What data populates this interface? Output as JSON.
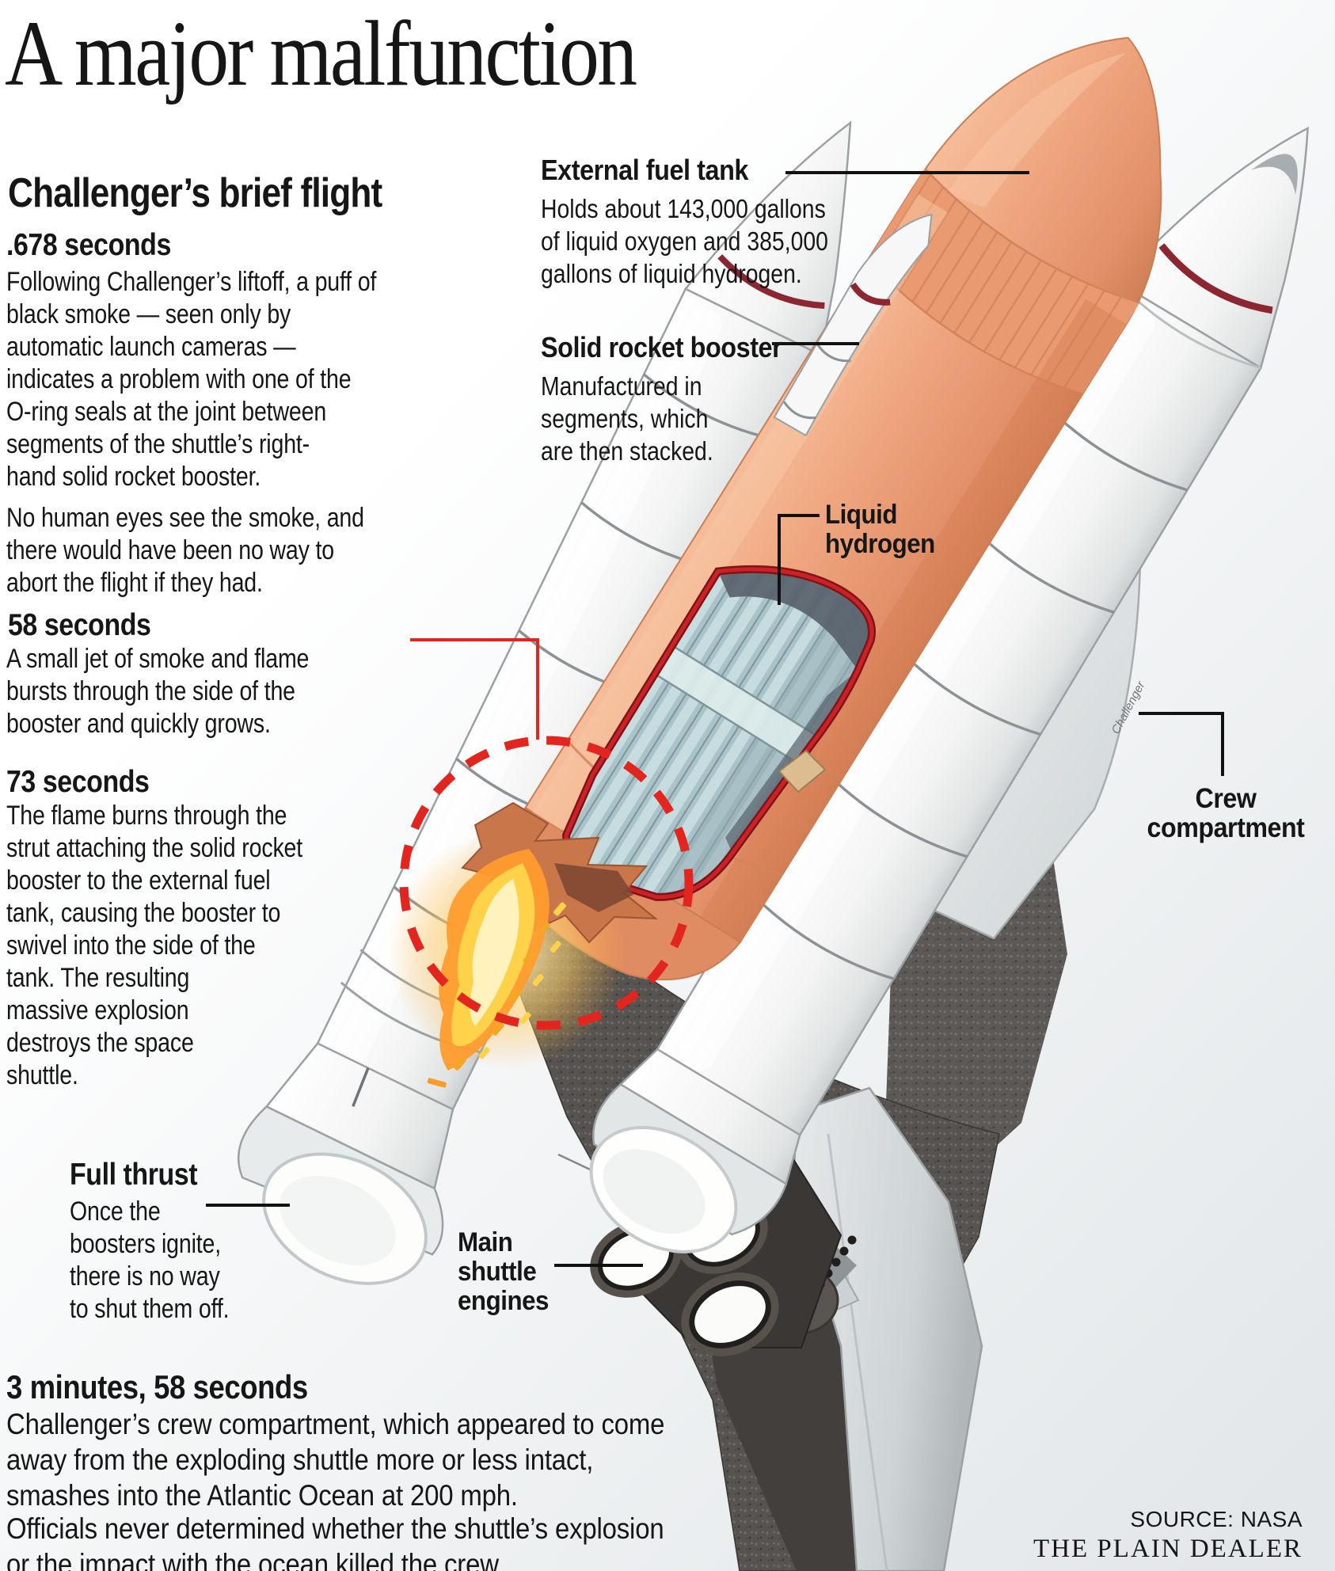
{
  "title": "A major malfunction",
  "subtitle": "Challenger’s brief flight",
  "timeline": [
    {
      "time": ".678 seconds",
      "text": "Following Challenger’s liftoff, a puff of\nblack smoke — seen only by\nautomatic launch cameras —\nindicates a problem with one of the\nO-ring seals at the joint between\nsegments of the shuttle’s right-\nhand solid rocket booster.",
      "text2": "No human eyes see the smoke, and\nthere would have been no way to\nabort the flight if they had."
    },
    {
      "time": "58 seconds",
      "text": "A small jet of smoke and flame\nbursts through the side of the\nbooster and quickly grows."
    },
    {
      "time": "73 seconds",
      "text": "The flame burns through the\nstrut attaching the solid rocket\nbooster to the external fuel\ntank, causing the booster to\nswivel into the side of the\ntank. The resulting\nmassive explosion\ndestroys the space\nshuttle."
    }
  ],
  "full_thrust": {
    "heading": "Full thrust",
    "text": "Once the\nboosters ignite,\nthere is no way\nto shut them off."
  },
  "finale": {
    "time": "3 minutes, 58 seconds",
    "text1": "Challenger’s crew compartment, which appeared to come\naway from the exploding shuttle more or less intact,\nsmashes into the Atlantic Ocean at 200 mph.",
    "text2": "Officials never determined whether the shuttle’s explosion\nor the impact with the ocean killed the crew."
  },
  "labels": {
    "external_fuel_tank": {
      "name": "External fuel tank",
      "desc": "Holds about 143,000 gallons\nof liquid oxygen and 385,000\ngallons of liquid hydrogen."
    },
    "solid_rocket_booster": {
      "name": "Solid rocket booster",
      "desc": "Manufactured in\nsegments, which\nare then stacked."
    },
    "liquid_hydrogen": "Liquid\nhydrogen",
    "crew_compartment": "Crew\ncompartment",
    "main_shuttle_engines": "Main\nshuttle\nengines",
    "orbiter_name": "Challenger"
  },
  "credits": {
    "source": "SOURCE: NASA",
    "publisher": "THE PLAIN DEALER"
  },
  "colors": {
    "accent_red": "#e2251f",
    "tank_orange": "#eda27b",
    "booster_white": "#f4f5f4",
    "flame_yellow": "#ffd24a",
    "leader_black": "#111111"
  }
}
